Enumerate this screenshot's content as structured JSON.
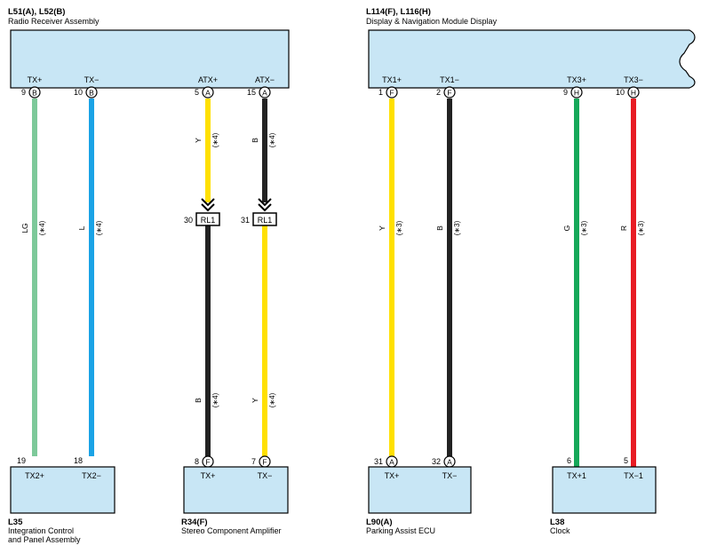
{
  "colors": {
    "box_fill": "#c8e6f5",
    "wire_LG": "#7dc99a",
    "wire_L": "#1aa3e6",
    "wire_Y": "#ffe000",
    "wire_B": "#222222",
    "wire_G": "#16a85a",
    "wire_R": "#e81c24"
  },
  "left": {
    "top_component": {
      "id": "L51(A), L52(B)",
      "name": "Radio Receiver Assembly"
    },
    "top_pins": [
      {
        "label": "TX+",
        "num": "9",
        "conn": "B"
      },
      {
        "label": "TX−",
        "num": "10",
        "conn": "B"
      },
      {
        "label": "ATX+",
        "num": "5",
        "conn": "A"
      },
      {
        "label": "ATX−",
        "num": "15",
        "conn": "A"
      }
    ],
    "wires_upper": [
      {
        "color": "LG",
        "note": "(∗4)"
      },
      {
        "color": "L",
        "note": "(∗4)"
      },
      {
        "color": "Y",
        "note": "(∗4)"
      },
      {
        "color": "B",
        "note": "(∗4)"
      }
    ],
    "relays": [
      {
        "num": "30",
        "label": "RL1"
      },
      {
        "num": "31",
        "label": "RL1"
      }
    ],
    "wires_lower": [
      {
        "color": "B",
        "note": "(∗4)"
      },
      {
        "color": "Y",
        "note": "(∗4)"
      }
    ],
    "bottom_pins": [
      {
        "num": "19",
        "label": "TX2+"
      },
      {
        "num": "18",
        "label": "TX2−"
      },
      {
        "num": "8",
        "conn": "F",
        "label": "TX+"
      },
      {
        "num": "7",
        "conn": "F",
        "label": "TX−"
      }
    ],
    "bottom_components": [
      {
        "id": "L35",
        "name1": "Integration Control",
        "name2": "and Panel Assembly"
      },
      {
        "id": "R34(F)",
        "name1": "Stereo Component Amplifier",
        "name2": ""
      }
    ]
  },
  "right": {
    "top_component": {
      "id": "L114(F), L116(H)",
      "name": "Display & Navigation Module Display"
    },
    "top_pins": [
      {
        "label": "TX1+",
        "num": "1",
        "conn": "F"
      },
      {
        "label": "TX1−",
        "num": "2",
        "conn": "F"
      },
      {
        "label": "TX3+",
        "num": "9",
        "conn": "H"
      },
      {
        "label": "TX3−",
        "num": "10",
        "conn": "H"
      }
    ],
    "wires": [
      {
        "color": "Y",
        "note": "(∗3)"
      },
      {
        "color": "B",
        "note": "(∗3)"
      },
      {
        "color": "G",
        "note": "(∗3)"
      },
      {
        "color": "R",
        "note": "(∗3)"
      }
    ],
    "bottom_pins": [
      {
        "num": "31",
        "conn": "A",
        "label": "TX+"
      },
      {
        "num": "32",
        "conn": "A",
        "label": "TX−"
      },
      {
        "num": "6",
        "label": "TX+1"
      },
      {
        "num": "5",
        "label": "TX−1"
      }
    ],
    "bottom_components": [
      {
        "id": "L90(A)",
        "name1": "Parking Assist ECU"
      },
      {
        "id": "L38",
        "name1": "Clock"
      }
    ]
  }
}
